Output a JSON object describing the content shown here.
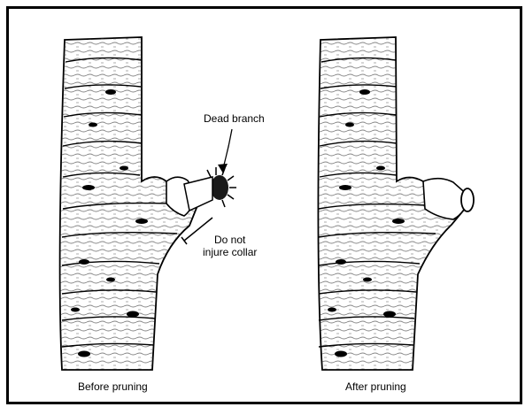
{
  "labels": {
    "before": "Before pruning",
    "after": "After pruning",
    "dead_branch": "Dead branch",
    "collar_line1": "Do not",
    "collar_line2": "injure collar"
  },
  "colors": {
    "ink": "#000000",
    "paper": "#ffffff",
    "bark_shade": "#6a6a6a"
  }
}
